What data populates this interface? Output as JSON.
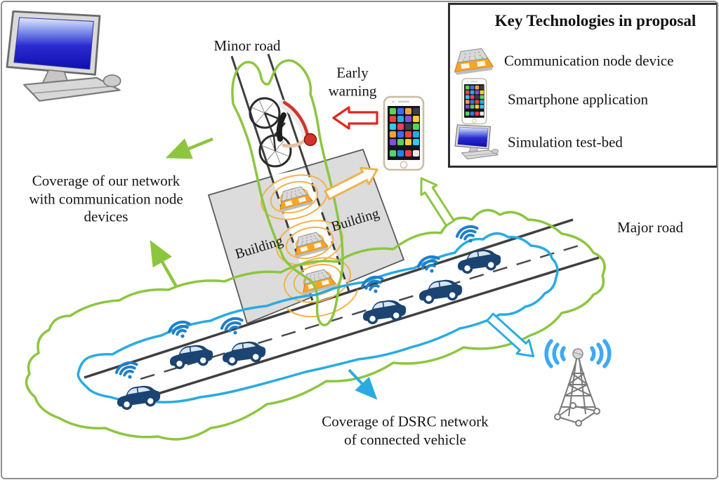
{
  "figure": {
    "labels": {
      "minor_road": "Minor road",
      "major_road": "Major road",
      "early_warning": [
        "Early",
        "warning"
      ],
      "coverage_network": [
        "Coverage of our network",
        "with communication node",
        "devices"
      ],
      "coverage_dsrc": [
        "Coverage of DSRC network",
        "of connected vehicle"
      ],
      "building": "Building"
    },
    "legend": {
      "title": "Key Technologies in proposal",
      "items": [
        {
          "icon": "communication-node-icon",
          "label": "Communication node device"
        },
        {
          "icon": "smartphone-icon",
          "label": "Smartphone application"
        },
        {
          "icon": "desktop-computer-icon",
          "label": "Simulation test-bed"
        }
      ]
    },
    "colors": {
      "network_coverage_green": "#8CC63F",
      "dsrc_coverage_blue": "#29ABE2",
      "node_signal_orange": "#F2A73B",
      "warning_red": "#E0261F",
      "vehicle_navy": "#1B4472",
      "building_gray": "#DCDCDC",
      "road_dark": "#3F3F3F"
    },
    "counts": {
      "connected_vehicles": 6,
      "communication_nodes": 3
    }
  }
}
